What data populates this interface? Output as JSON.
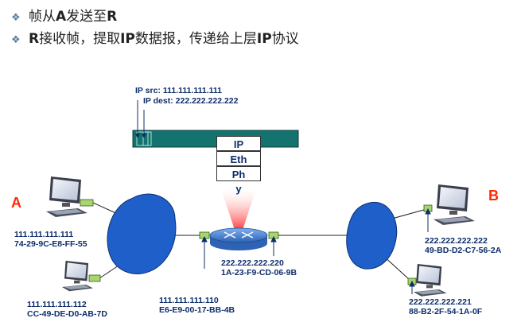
{
  "bullets": [
    {
      "pre": "帧从",
      "b1": "A",
      "mid": "发送至",
      "b2": "R",
      "post": ""
    },
    {
      "pre": "",
      "b1": "R",
      "mid": "接收帧，提取",
      "b2": "IP",
      "post2": "数据报，传递给上层",
      "b3": "IP",
      "post": "协议"
    }
  ],
  "datagram": {
    "src_label": "IP src: 111.111.111.111",
    "dest_label": "IP dest: 222.222.222.222"
  },
  "stack": [
    "IP",
    "Eth",
    "Ph",
    "y"
  ],
  "hosts": {
    "A_label": "A",
    "B_label": "B",
    "a1": {
      "ip": "111.111.111.111",
      "mac": "74-29-9C-E8-FF-55"
    },
    "a2": {
      "ip": "111.111.111.112",
      "mac": "CC-49-DE-D0-AB-7D"
    },
    "r_left": {
      "ip": "111.111.111.110",
      "mac": "E6-E9-00-17-BB-4B"
    },
    "r_right": {
      "ip": "222.222.222.220",
      "mac": "1A-23-F9-CD-06-9B"
    },
    "b1": {
      "ip": "222.222.222.222",
      "mac": "49-BD-D2-C7-56-2A"
    },
    "b2": {
      "ip": "222.222.222.221",
      "mac": "88-B2-2F-54-1A-0F"
    }
  },
  "colors": {
    "cloud": "#1f5fc9",
    "router": "#4a86d8",
    "frame": "#14736f",
    "adapter": "#a8d66e",
    "label": "#0d2d6b",
    "endpoint": "#ff2a00"
  }
}
